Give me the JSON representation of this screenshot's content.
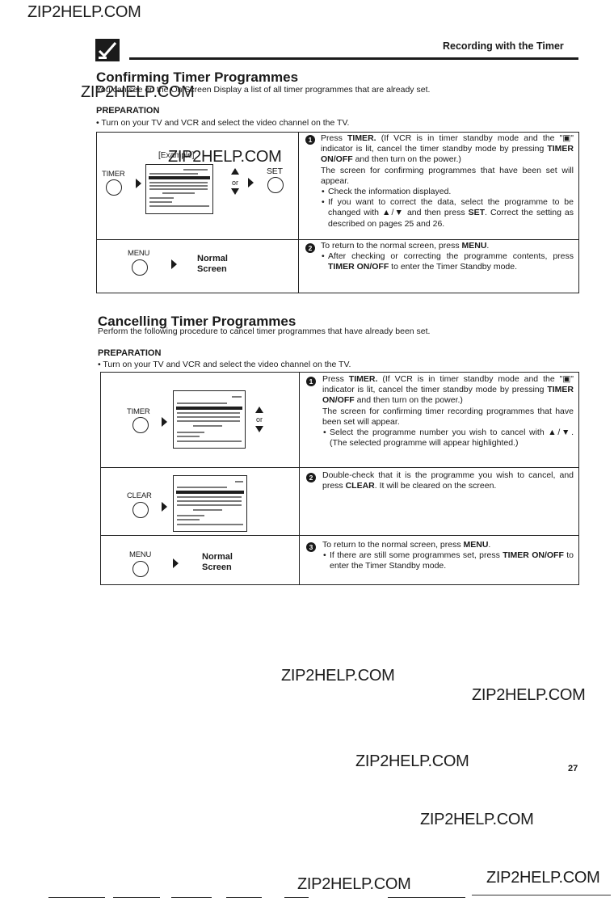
{
  "watermark": "ZIP2HELP.COM",
  "header": {
    "title": "Recording with the Timer",
    "icon": "checkmark-tv-icon"
  },
  "confirm": {
    "title": "Confirming Timer Programmes",
    "intro": "You can see on the On Screen Display a list of all timer programmes that are already set.",
    "prep_label": "PREPARATION",
    "prep_text": "• Turn on your TV and VCR and select the video channel on the TV.",
    "example_label": "[Example]",
    "or_label": "or",
    "buttons": {
      "timer": "TIMER",
      "set": "SET",
      "menu": "MENU"
    },
    "normal_screen": [
      "Normal",
      "Screen"
    ],
    "step1": {
      "num": "1",
      "p1_pre": "Press ",
      "p1_key1": "TIMER.",
      "p1_mid": " (If VCR is in timer standby mode and the \"▣\" indicator is lit, cancel the timer standby mode by pressing ",
      "p1_key2": "TIMER ON/OFF",
      "p1_post": " and then turn on the power.)",
      "p2": "The screen for confirming programmes that have been set will appear.",
      "b1": "Check the information displayed.",
      "b2_pre": "If you want to correct the data, select the programme to be changed with ▲/▼ and then press ",
      "b2_key": "SET",
      "b2_post": ". Correct the setting as described on pages 25 and 26."
    },
    "step2": {
      "num": "2",
      "p1_pre": "To return to the normal screen, press ",
      "p1_key": "MENU",
      "p1_post": ".",
      "b1_pre": "After checking or correcting the programme contents, press ",
      "b1_key": "TIMER ON/OFF",
      "b1_post": " to enter the Timer Standby mode."
    }
  },
  "cancel": {
    "title": "Cancelling Timer Programmes",
    "intro": "Perform the following procedure to cancel timer programmes that have already been set.",
    "prep_label": "PREPARATION",
    "prep_text": "• Turn on your TV and VCR and select the video channel on the TV.",
    "or_label": "or",
    "buttons": {
      "timer": "TIMER",
      "clear": "CLEAR",
      "menu": "MENU"
    },
    "normal_screen": [
      "Normal",
      "Screen"
    ],
    "step1": {
      "num": "1",
      "p1_pre": "Press ",
      "p1_key1": "TIMER.",
      "p1_mid": " (If VCR is in timer standby mode and the \"▣\" indicator is lit, cancel the timer standby mode by pressing ",
      "p1_key2": "TIMER ON/OFF",
      "p1_post": " and then turn on the power.)",
      "p2": "The screen for confirming timer recording programmes that have been set will appear.",
      "b1": "Select the programme number you wish to cancel with ▲/▼. (The selected programme will appear highlighted.)"
    },
    "step2": {
      "num": "2",
      "p1_pre": "Double-check that it is the programme you wish to cancel, and press ",
      "p1_key": "CLEAR",
      "p1_post": ". It will be cleared on the screen."
    },
    "step3": {
      "num": "3",
      "p1_pre": "To return to the normal screen, press ",
      "p1_key": "MENU",
      "p1_post": ".",
      "b1_pre": "If there are still some programmes set, press ",
      "b1_key": "TIMER ON/OFF",
      "b1_post": " to enter the Timer Standby mode."
    }
  },
  "page_number": "27"
}
